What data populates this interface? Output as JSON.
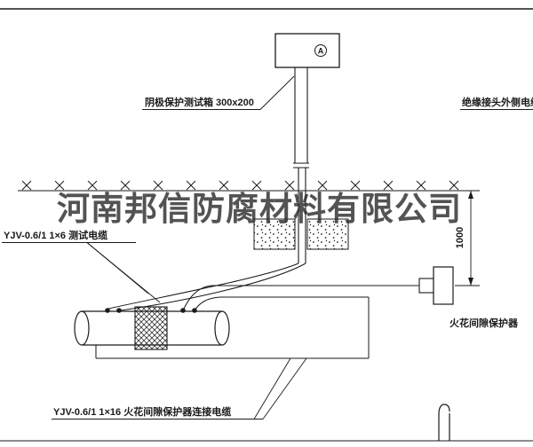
{
  "watermark": "河南邦信防腐材料有限公司",
  "meter": {
    "symbol": "A"
  },
  "labels": {
    "test_box": "阴极保护测试箱 300x200",
    "insulation_joint_outer_cable": "绝缘接头外侧电缆",
    "test_cable": "YJV-0.6/1 1×6  测试电缆",
    "spark_gap_connection_cable": "YJV-0.6/1 1×16  火花间隙保护器连接电缆",
    "spark_gap_protector": "火花间隙保护器"
  },
  "dimensions": {
    "pole_height": "1000"
  },
  "colors": {
    "line": "#1a1a1a",
    "background": "#ffffff",
    "watermark": "#2e2e2e"
  }
}
